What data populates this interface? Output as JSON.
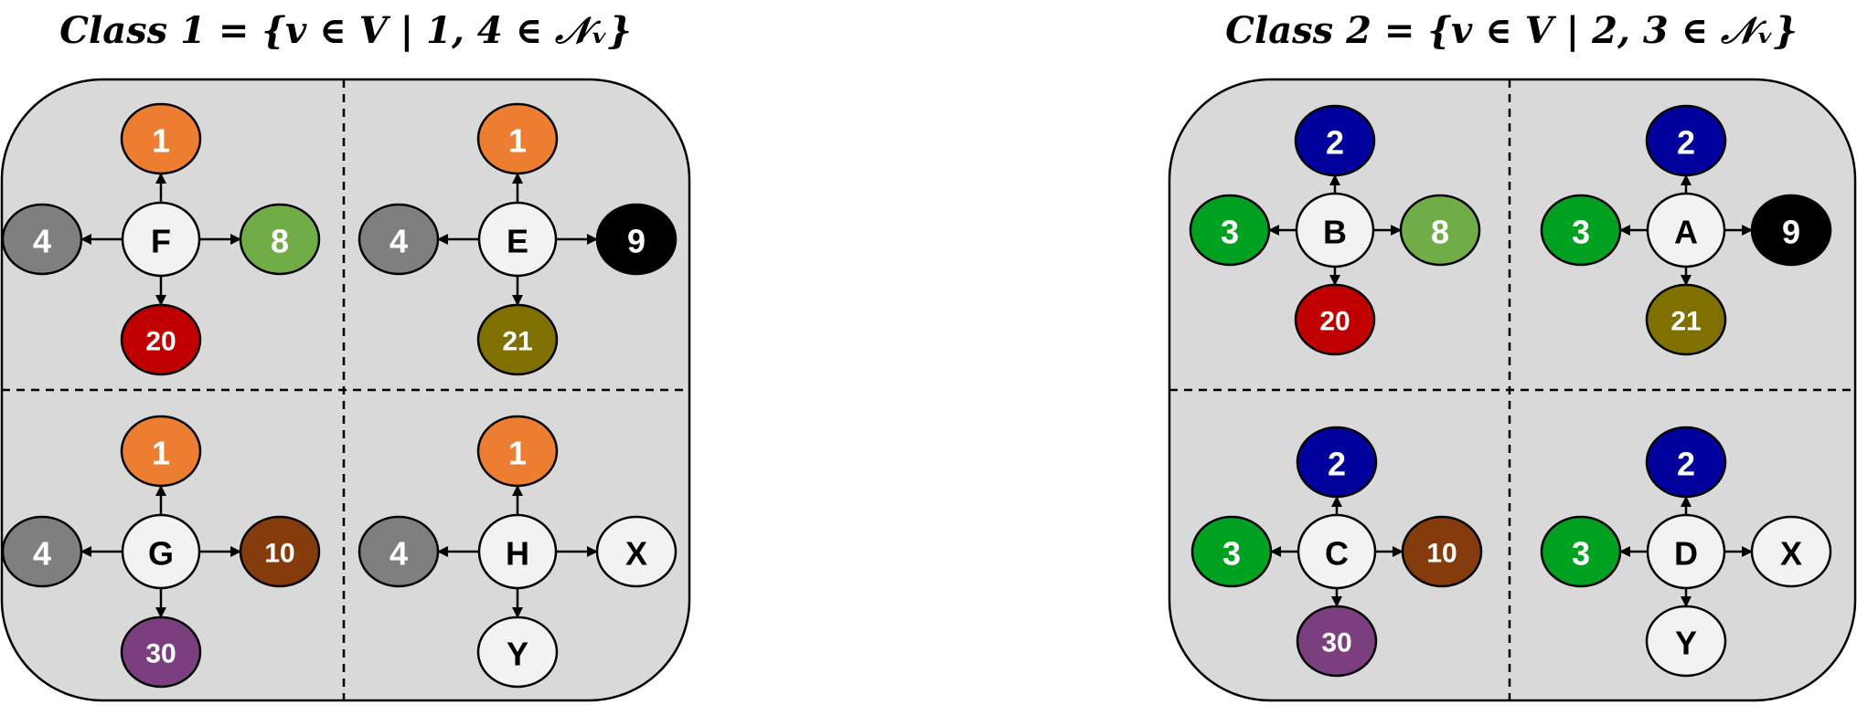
{
  "titles": {
    "class1": "Class 1 = {v ∈ V | 1, 4 ∈ 𝒩ᵥ}",
    "class2": "Class 2 = {v ∈ V | 2, 3 ∈ 𝒩ᵥ}"
  },
  "colors": {
    "1": "#ed7d31",
    "4": "#7f7f7f",
    "8": "#70ad47",
    "20": "#c00000",
    "9": "#000000",
    "21": "#7f7000",
    "10": "#843c0c",
    "30": "#7b3f7f",
    "2": "#00009c",
    "3": "#00a020",
    "white": "#f2f2f2"
  },
  "panels": [
    {
      "id": "class1",
      "quadrants": [
        {
          "center": "F",
          "top": "1",
          "left": "4",
          "right": "8",
          "bottom": "20"
        },
        {
          "center": "E",
          "top": "1",
          "left": "4",
          "right": "9",
          "bottom": "21"
        },
        {
          "center": "G",
          "top": "1",
          "left": "4",
          "right": "10",
          "bottom": "30"
        },
        {
          "center": "H",
          "top": "1",
          "left": "4",
          "right": "X",
          "bottom": "Y"
        }
      ]
    },
    {
      "id": "class2",
      "quadrants": [
        {
          "center": "B",
          "top": "2",
          "left": "3",
          "right": "8",
          "bottom": "20"
        },
        {
          "center": "A",
          "top": "2",
          "left": "3",
          "right": "9",
          "bottom": "21"
        },
        {
          "center": "C",
          "top": "2",
          "left": "3",
          "right": "10",
          "bottom": "30"
        },
        {
          "center": "D",
          "top": "2",
          "left": "3",
          "right": "X",
          "bottom": "Y"
        }
      ]
    }
  ]
}
